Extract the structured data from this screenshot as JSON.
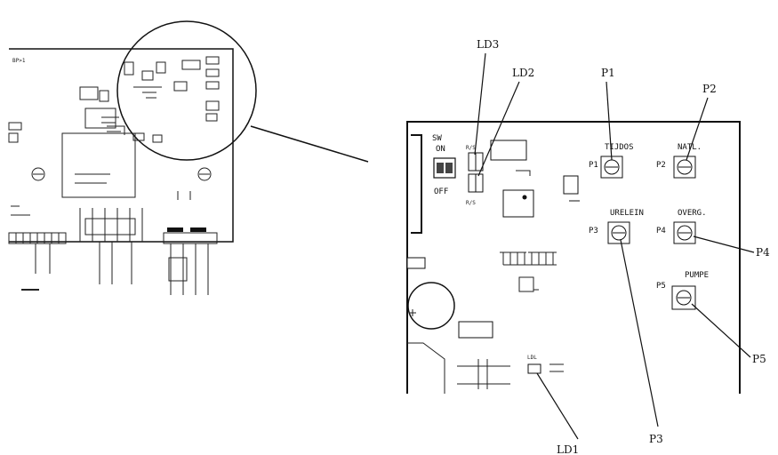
{
  "board_labels": {
    "sw": "SW",
    "on": "ON",
    "off": "OFF",
    "p1": "P1",
    "p2": "P2",
    "p3": "P3",
    "p4": "P4",
    "p5": "P5",
    "tijdos": "TIJDOS",
    "natl": "NATL.",
    "urelein": "URELEIN",
    "overg": "OVERG.",
    "pumpe": "PUMPE"
  },
  "callouts": {
    "ld3": "LD3",
    "ld2": "LD2",
    "ld1": "LD1",
    "p1": "P1",
    "p2": "P2",
    "p3": "P3",
    "p4": "P4",
    "p5": "P5"
  }
}
